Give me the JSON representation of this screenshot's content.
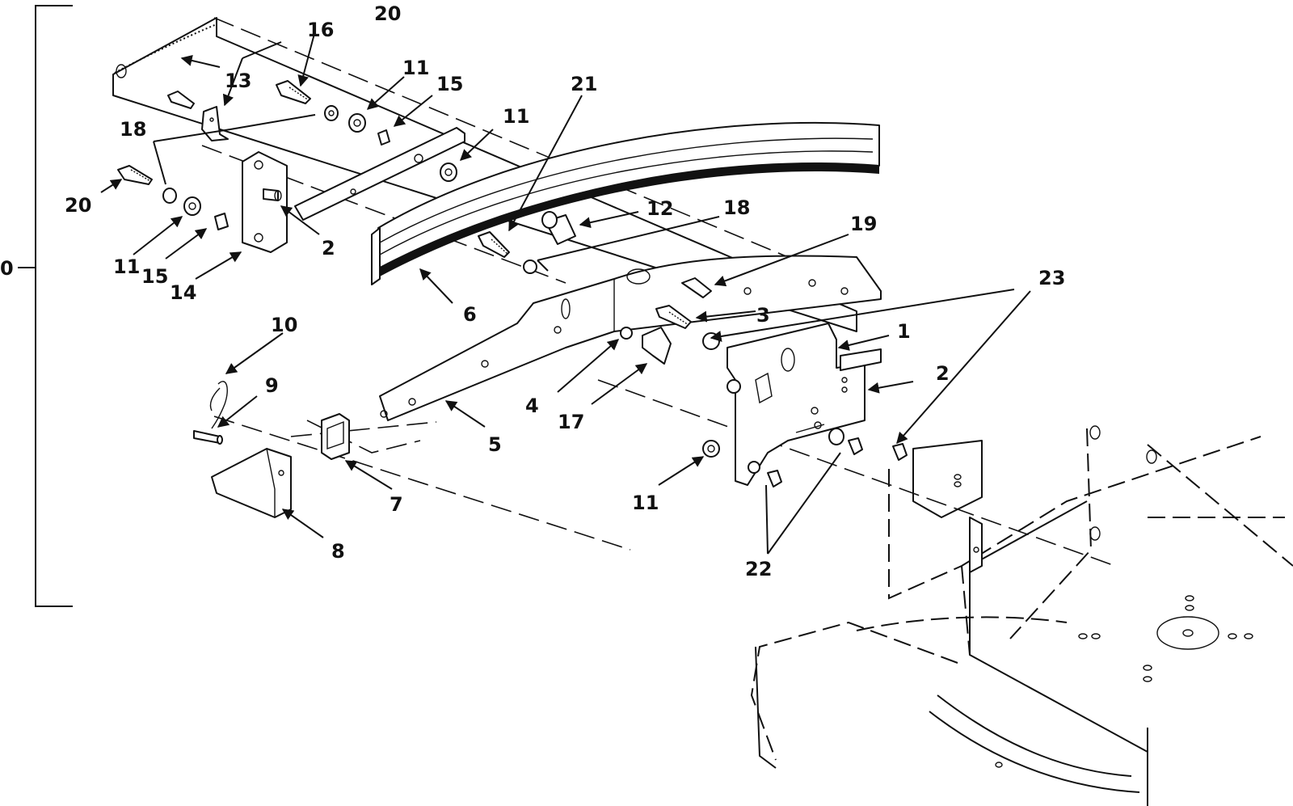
{
  "diagram": {
    "bracket_label": "0",
    "callouts": [
      "1",
      "2",
      "3",
      "4",
      "5",
      "6",
      "7",
      "8",
      "9",
      "10",
      "11",
      "12",
      "13",
      "14",
      "15",
      "16",
      "17",
      "18",
      "19",
      "20",
      "21",
      "22",
      "23"
    ]
  }
}
